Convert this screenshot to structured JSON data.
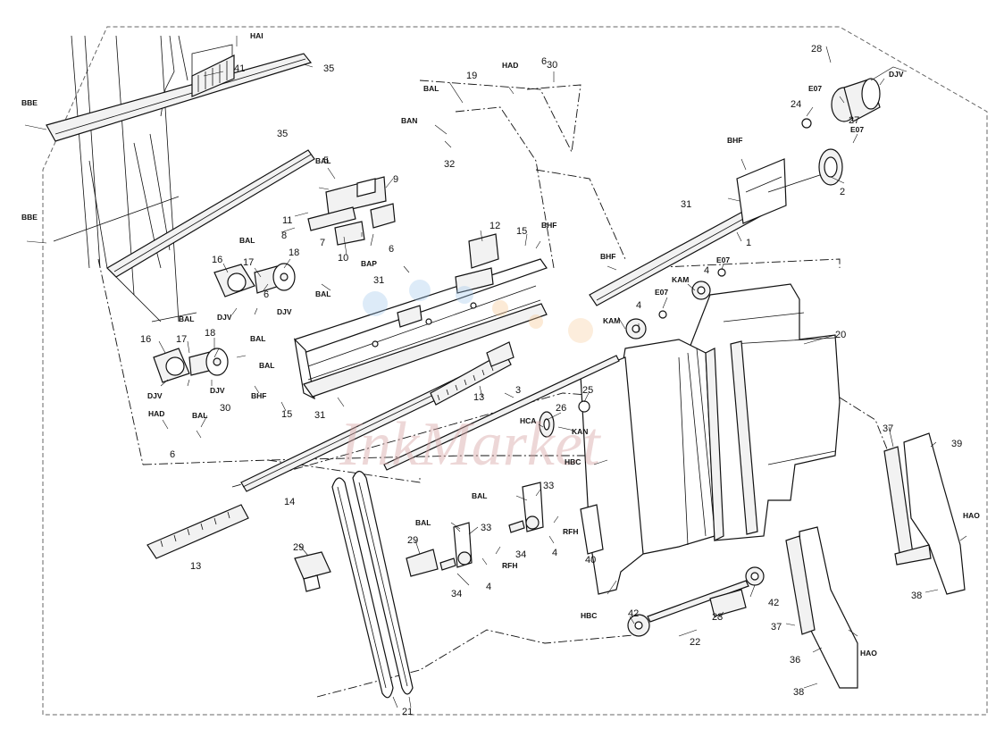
{
  "diagram": {
    "part_numbers": [
      "1",
      "2",
      "3",
      "4",
      "4",
      "4",
      "4",
      "5",
      "6",
      "6",
      "6",
      "6",
      "7",
      "8",
      "9",
      "10",
      "11",
      "12",
      "13",
      "13",
      "14",
      "15",
      "15",
      "16",
      "16",
      "17",
      "17",
      "18",
      "18",
      "19",
      "20",
      "21",
      "22",
      "23",
      "24",
      "25",
      "26",
      "27",
      "28",
      "29",
      "29",
      "30",
      "30",
      "31",
      "31",
      "31",
      "32",
      "33",
      "33",
      "34",
      "34",
      "35",
      "35",
      "36",
      "37",
      "37",
      "38",
      "38",
      "39",
      "40",
      "41",
      "42",
      "42"
    ],
    "fastener_codes": [
      "HAI",
      "BBE",
      "BBE",
      "BAL",
      "BAL",
      "BAL",
      "BAL",
      "BAL",
      "BAL",
      "BAL",
      "BAL",
      "BAL",
      "BAL",
      "BAN",
      "HAD",
      "HAD",
      "BAP",
      "BHF",
      "BHF",
      "BHF",
      "BHF",
      "DJV",
      "DJV",
      "DJV",
      "DJV",
      "DJV",
      "E07",
      "E07",
      "E07",
      "E07",
      "KAM",
      "KAM",
      "KAN",
      "HCA",
      "HBC",
      "HBC",
      "RFH",
      "RFH",
      "HAO",
      "HAO"
    ]
  },
  "watermark": {
    "text": "InkMarket"
  },
  "colors": {
    "ink": "#111111",
    "fill": "#f2f2f2",
    "watermark": "#d8a8a8",
    "watermark_dots": "#9ec6ea"
  }
}
